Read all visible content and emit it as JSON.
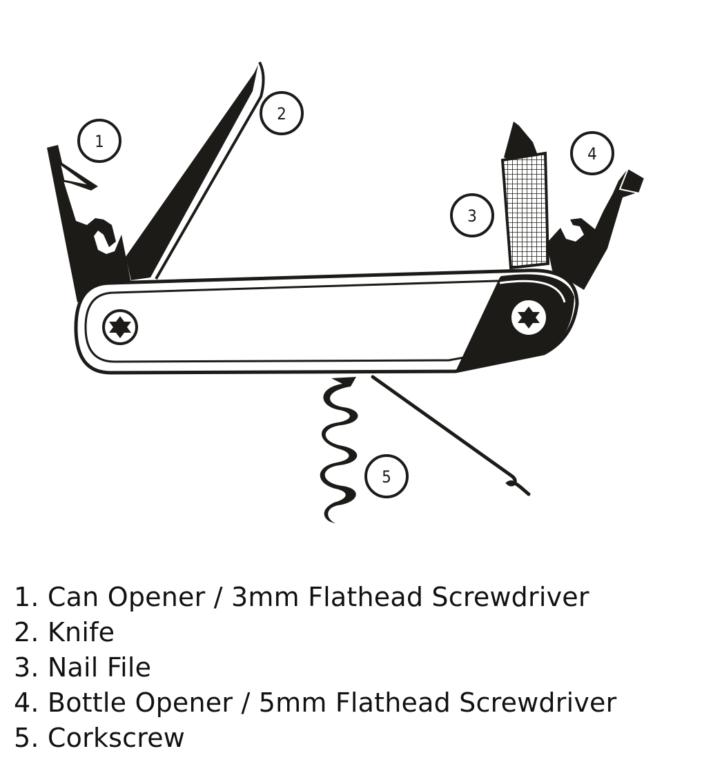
{
  "callouts": [
    {
      "id": "1",
      "label": "1"
    },
    {
      "id": "2",
      "label": "2"
    },
    {
      "id": "3",
      "label": "3"
    },
    {
      "id": "4",
      "label": "4"
    },
    {
      "id": "5",
      "label": "5"
    }
  ],
  "legend": [
    "1. Can Opener / 3mm Flathead Screwdriver",
    "2. Knife",
    "3. Nail File",
    "4. Bottle Opener / 5mm Flathead Screwdriver",
    "5. Corkscrew"
  ],
  "colors": {
    "ink": "#1c1b17",
    "paper": "#ffffff"
  }
}
